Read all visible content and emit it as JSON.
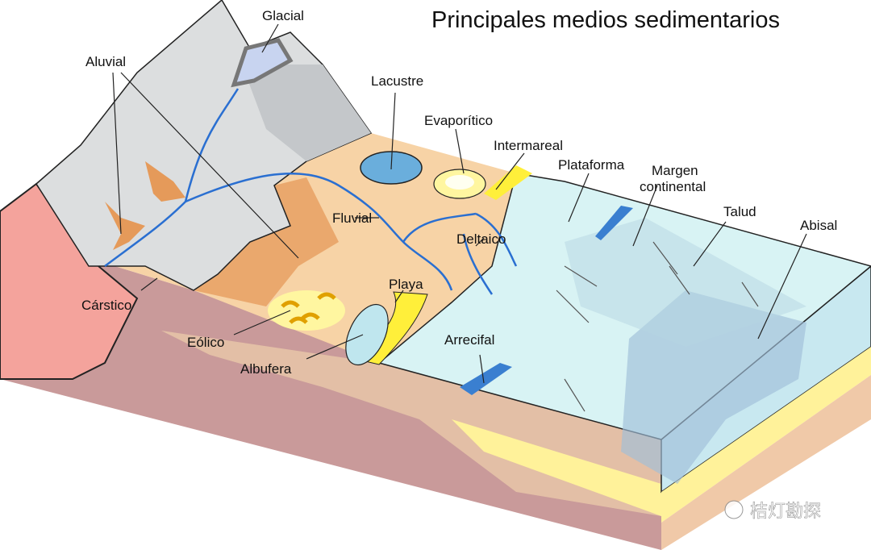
{
  "title": "Principales medios sedimentarios",
  "labels": {
    "glacial": "Glacial",
    "aluvial": "Aluvial",
    "lacustre": "Lacustre",
    "evaporitico": "Evaporítico",
    "intermareal": "Intermareal",
    "plataforma": "Plataforma",
    "margen_1": "Margen",
    "margen_2": "continental",
    "talud": "Talud",
    "abisal": "Abisal",
    "fluvial": "Fluvial",
    "deltaico": "Deltaico",
    "playa": "Playa",
    "carstico": "Cárstico",
    "eolico": "Eólico",
    "albufera": "Albufera",
    "arrecifal": "Arrecifal"
  },
  "watermark": "桔灯勘探",
  "colors": {
    "rock": "#f4a39c",
    "land": "#f7d3a6",
    "alluvial": "#e59a5a",
    "mountain": "#dcdedf",
    "water": "#d4f0f2",
    "deep_water": "#9fbed8",
    "river": "#2a6fd1",
    "sand": "#ffef3a"
  }
}
